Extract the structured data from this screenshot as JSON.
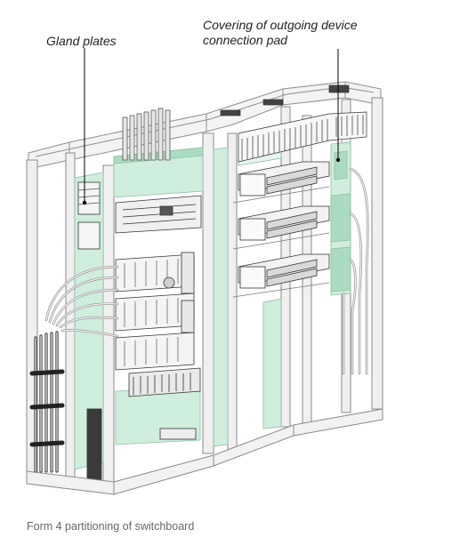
{
  "callouts": {
    "gland_plates": "Gland plates",
    "covering_line1": "Covering of outgoing device",
    "covering_line2": "connection pad"
  },
  "caption": "Form 4 partitioning of switchboard",
  "colors": {
    "partition_green": "#cfeedd",
    "partition_green_dark": "#a9dcc0",
    "frame_gray": "#9a9a9a",
    "line_dark": "#333333",
    "cable_gray": "#b5b5b5",
    "caption_gray": "#666666"
  }
}
